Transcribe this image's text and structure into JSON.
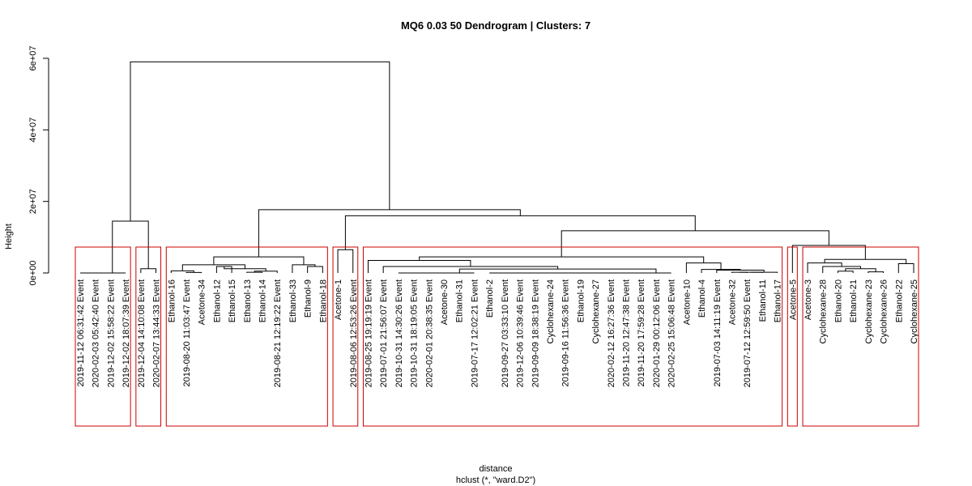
{
  "chart_data": {
    "type": "dendrogram",
    "title": "MQ6 0.03 50 Dendrogram | Clusters: 7",
    "xlabel": "distance",
    "xsub": "hclust (*, \"ward.D2\")",
    "ylabel": "Height",
    "yticks": [
      0,
      20000000,
      40000000,
      60000000
    ],
    "ytick_labels": [
      "0e+00",
      "2e+07",
      "4e+07",
      "6e+07"
    ],
    "ylim": [
      0,
      60000000
    ],
    "leaves": [
      "2019-11-12 06:31:42 Event",
      "2020-02-03 05:42:40 Event",
      "2019-12-02 15:58:22 Event",
      "2019-12-02 18:07:39 Event",
      "2019-12-04 14:10:08 Event",
      "2020-02-07 13:44:33 Event",
      "Ethanol-16",
      "2019-08-20 11:03:47 Event",
      "Acetone-34",
      "Ethanol-12",
      "Ethanol-15",
      "Ethanol-13",
      "Ethanol-14",
      "2019-08-21 12:19:22 Event",
      "Ethanol-33",
      "Ethanol-9",
      "Ethanol-18",
      "Acetone-1",
      "2019-08-06 12:53:26 Event",
      "2019-08-25 19:19:19 Event",
      "2019-07-01 21:56:07 Event",
      "2019-10-31 14:30:26 Event",
      "2019-10-31 18:19:05 Event",
      "2020-02-01 20:38:35 Event",
      "Acetone-30",
      "Ethanol-31",
      "2019-07-17 12:02:21 Event",
      "Ethanol-2",
      "2019-09-27 03:33:10 Event",
      "2019-12-06 10:39:46 Event",
      "2019-09-09 18:38:19 Event",
      "Cyclohexane-24",
      "2019-09-16 11:56:36 Event",
      "Ethanol-19",
      "Cyclohexane-27",
      "2020-02-12 16:27:36 Event",
      "2019-11-20 12:47:38 Event",
      "2019-11-20 17:59:28 Event",
      "2020-01-29 00:12:06 Event",
      "2020-02-25 15:06:48 Event",
      "Acetone-10",
      "Ethanol-4",
      "2019-07-03 14:11:19 Event",
      "Acetone-32",
      "2019-07-12 12:59:50 Event",
      "Ethanol-11",
      "Ethanol-17",
      "Acetone-5",
      "Acetone-3",
      "Cyclohexane-28",
      "Ethanol-20",
      "Ethanol-21",
      "Cyclohexane-23",
      "Cyclohexane-26",
      "Ethanol-22",
      "Cyclohexane-25"
    ],
    "merges": [
      {
        "a": [
          "L",
          0
        ],
        "b": [
          "L",
          1
        ],
        "h": 0
      },
      {
        "a": [
          "M",
          0
        ],
        "b": [
          "L",
          2
        ],
        "h": 0
      },
      {
        "a": [
          "M",
          1
        ],
        "b": [
          "L",
          3
        ],
        "h": 0
      },
      {
        "a": [
          "L",
          4
        ],
        "b": [
          "L",
          5
        ],
        "h": 1200000
      },
      {
        "a": [
          "M",
          2
        ],
        "b": [
          "M",
          3
        ],
        "h": 14500000
      },
      {
        "a": [
          "L",
          7
        ],
        "b": [
          "L",
          8
        ],
        "h": 150000
      },
      {
        "a": [
          "L",
          6
        ],
        "b": [
          "M",
          5
        ],
        "h": 600000
      },
      {
        "a": [
          "L",
          9
        ],
        "b": [
          "L",
          10
        ],
        "h": 1800000
      },
      {
        "a": [
          "L",
          11
        ],
        "b": [
          "L",
          12
        ],
        "h": 200000
      },
      {
        "a": [
          "M",
          8
        ],
        "b": [
          "L",
          13
        ],
        "h": 500000
      },
      {
        "a": [
          "M",
          7
        ],
        "b": [
          "M",
          9
        ],
        "h": 1200000
      },
      {
        "a": [
          "M",
          6
        ],
        "b": [
          "M",
          10
        ],
        "h": 2300000
      },
      {
        "a": [
          "L",
          15
        ],
        "b": [
          "L",
          16
        ],
        "h": 1800000
      },
      {
        "a": [
          "L",
          14
        ],
        "b": [
          "M",
          12
        ],
        "h": 2300000
      },
      {
        "a": [
          "M",
          11
        ],
        "b": [
          "M",
          13
        ],
        "h": 4500000
      },
      {
        "a": [
          "L",
          17
        ],
        "b": [
          "L",
          18
        ],
        "h": 6500000
      },
      {
        "a": [
          "L",
          21
        ],
        "b": [
          "L",
          22
        ],
        "h": 0
      },
      {
        "a": [
          "M",
          16
        ],
        "b": [
          "L",
          23
        ],
        "h": 0
      },
      {
        "a": [
          "M",
          17
        ],
        "b": [
          "L",
          24
        ],
        "h": 0
      },
      {
        "a": [
          "M",
          18
        ],
        "b": [
          "L",
          25
        ],
        "h": 0
      },
      {
        "a": [
          "M",
          19
        ],
        "b": [
          "L",
          26
        ],
        "h": 0
      },
      {
        "a": [
          "L",
          27
        ],
        "b": [
          "L",
          28
        ],
        "h": 0
      },
      {
        "a": [
          "M",
          21
        ],
        "b": [
          "L",
          29
        ],
        "h": 0
      },
      {
        "a": [
          "M",
          22
        ],
        "b": [
          "L",
          30
        ],
        "h": 0
      },
      {
        "a": [
          "M",
          23
        ],
        "b": [
          "L",
          31
        ],
        "h": 0
      },
      {
        "a": [
          "M",
          24
        ],
        "b": [
          "L",
          32
        ],
        "h": 0
      },
      {
        "a": [
          "M",
          25
        ],
        "b": [
          "L",
          33
        ],
        "h": 0
      },
      {
        "a": [
          "M",
          26
        ],
        "b": [
          "L",
          34
        ],
        "h": 0
      },
      {
        "a": [
          "M",
          27
        ],
        "b": [
          "L",
          35
        ],
        "h": 0
      },
      {
        "a": [
          "M",
          28
        ],
        "b": [
          "L",
          36
        ],
        "h": 0
      },
      {
        "a": [
          "M",
          29
        ],
        "b": [
          "L",
          37
        ],
        "h": 0
      },
      {
        "a": [
          "M",
          30
        ],
        "b": [
          "L",
          38
        ],
        "h": 0
      },
      {
        "a": [
          "M",
          31
        ],
        "b": [
          "L",
          39
        ],
        "h": 0
      },
      {
        "a": [
          "M",
          20
        ],
        "b": [
          "M",
          32
        ],
        "h": 1100000
      },
      {
        "a": [
          "L",
          20
        ],
        "b": [
          "M",
          33
        ],
        "h": 1800000
      },
      {
        "a": [
          "L",
          19
        ],
        "b": [
          "M",
          34
        ],
        "h": 3500000
      },
      {
        "a": [
          "L",
          43
        ],
        "b": [
          "L",
          44
        ],
        "h": 200000
      },
      {
        "a": [
          "M",
          36
        ],
        "b": [
          "L",
          45
        ],
        "h": 200000
      },
      {
        "a": [
          "M",
          37
        ],
        "b": [
          "L",
          46
        ],
        "h": 200000
      },
      {
        "a": [
          "L",
          42
        ],
        "b": [
          "M",
          38
        ],
        "h": 800000
      },
      {
        "a": [
          "L",
          41
        ],
        "b": [
          "M",
          39
        ],
        "h": 1000000
      },
      {
        "a": [
          "L",
          40
        ],
        "b": [
          "M",
          40
        ],
        "h": 2800000
      },
      {
        "a": [
          "M",
          35
        ],
        "b": [
          "M",
          41
        ],
        "h": 4500000
      },
      {
        "a": [
          "L",
          50
        ],
        "b": [
          "L",
          51
        ],
        "h": 500000
      },
      {
        "a": [
          "L",
          52
        ],
        "b": [
          "L",
          53
        ],
        "h": 300000
      },
      {
        "a": [
          "M",
          43
        ],
        "b": [
          "M",
          44
        ],
        "h": 1200000
      },
      {
        "a": [
          "L",
          49
        ],
        "b": [
          "M",
          45
        ],
        "h": 1800000
      },
      {
        "a": [
          "L",
          48
        ],
        "b": [
          "M",
          46
        ],
        "h": 2800000
      },
      {
        "a": [
          "L",
          54
        ],
        "b": [
          "L",
          55
        ],
        "h": 2600000
      },
      {
        "a": [
          "M",
          47
        ],
        "b": [
          "M",
          48
        ],
        "h": 3800000
      },
      {
        "a": [
          "L",
          47
        ],
        "b": [
          "M",
          49
        ],
        "h": 7700000
      },
      {
        "a": [
          "M",
          42
        ],
        "b": [
          "M",
          50
        ],
        "h": 11800000
      },
      {
        "a": [
          "M",
          15
        ],
        "b": [
          "M",
          51
        ],
        "h": 16000000
      },
      {
        "a": [
          "M",
          14
        ],
        "b": [
          "M",
          52
        ],
        "h": 17700000
      },
      {
        "a": [
          "M",
          4
        ],
        "b": [
          "M",
          53
        ],
        "h": 59000000
      }
    ],
    "clusters": [
      [
        0,
        3
      ],
      [
        4,
        5
      ],
      [
        6,
        16
      ],
      [
        17,
        18
      ],
      [
        19,
        46
      ],
      [
        47,
        47
      ],
      [
        48,
        55
      ]
    ],
    "cluster_color": "#cc0000",
    "line_color": "#000000"
  }
}
